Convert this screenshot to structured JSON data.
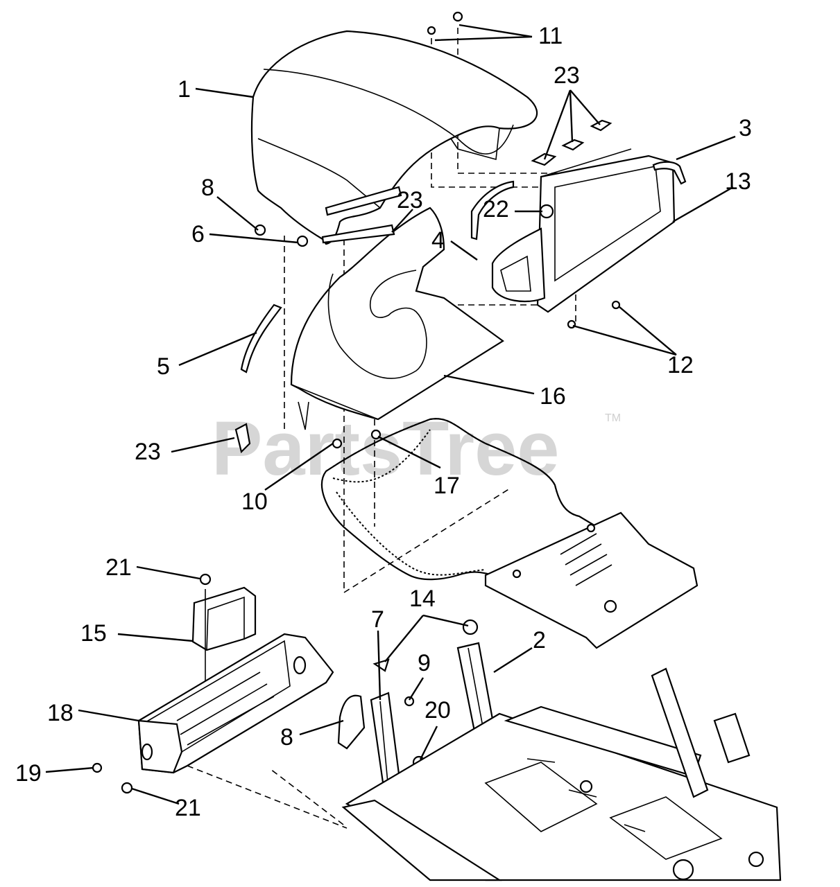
{
  "watermark": {
    "text": "PartsTree",
    "trademark": "TM"
  },
  "callouts": [
    {
      "id": "c1",
      "text": "1"
    },
    {
      "id": "c2",
      "text": "2"
    },
    {
      "id": "c3",
      "text": "3"
    },
    {
      "id": "c4",
      "text": "4"
    },
    {
      "id": "c5",
      "text": "5"
    },
    {
      "id": "c6",
      "text": "6"
    },
    {
      "id": "c7",
      "text": "7"
    },
    {
      "id": "c8a",
      "text": "8"
    },
    {
      "id": "c8b",
      "text": "8"
    },
    {
      "id": "c9",
      "text": "9"
    },
    {
      "id": "c10",
      "text": "10"
    },
    {
      "id": "c11",
      "text": "11"
    },
    {
      "id": "c12",
      "text": "12"
    },
    {
      "id": "c13",
      "text": "13"
    },
    {
      "id": "c14",
      "text": "14"
    },
    {
      "id": "c15",
      "text": "15"
    },
    {
      "id": "c16",
      "text": "16"
    },
    {
      "id": "c17",
      "text": "17"
    },
    {
      "id": "c18",
      "text": "18"
    },
    {
      "id": "c19",
      "text": "19"
    },
    {
      "id": "c20",
      "text": "20"
    },
    {
      "id": "c21a",
      "text": "21"
    },
    {
      "id": "c21b",
      "text": "21"
    },
    {
      "id": "c22",
      "text": "22"
    },
    {
      "id": "c23a",
      "text": "23"
    },
    {
      "id": "c23b",
      "text": "23"
    },
    {
      "id": "c23c",
      "text": "23"
    }
  ]
}
